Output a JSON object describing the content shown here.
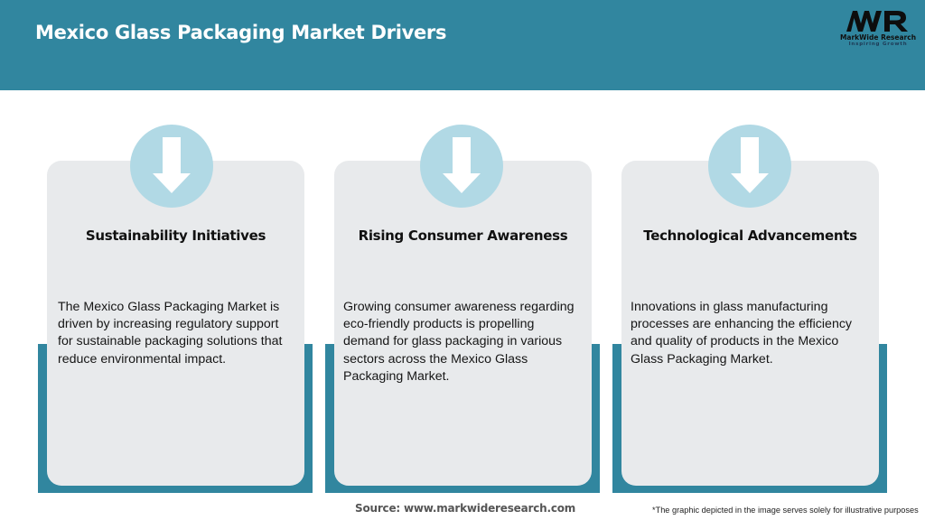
{
  "header": {
    "title": "Mexico Glass Packaging Market Drivers",
    "background_color": "#31869f"
  },
  "logo": {
    "mark": "MWR",
    "name": "MarkWide Research",
    "tagline": "Inspiring Growth"
  },
  "cards": [
    {
      "icon": "arrow-down-icon",
      "title": "Sustainability Initiatives",
      "body": "The Mexico Glass Packaging Market is driven by increasing regulatory support for sustainable packaging solutions that reduce environmental impact."
    },
    {
      "icon": "arrow-down-icon",
      "title": "Rising Consumer Awareness",
      "body": "Growing consumer awareness regarding eco-friendly products is propelling demand for glass packaging in various sectors across the Mexico Glass Packaging Market."
    },
    {
      "icon": "arrow-down-icon",
      "title": "Technological Advancements",
      "body": "Innovations in glass manufacturing processes are enhancing the efficiency and quality of products in the Mexico Glass Packaging Market."
    }
  ],
  "colors": {
    "accent": "#31869f",
    "card_bg": "#e8eaec",
    "icon_circle": "#b1d9e5"
  },
  "footer": {
    "source": "Source: www.markwideresearch.com",
    "disclaimer": "*The graphic depicted in the image serves solely for illustrative purposes"
  }
}
